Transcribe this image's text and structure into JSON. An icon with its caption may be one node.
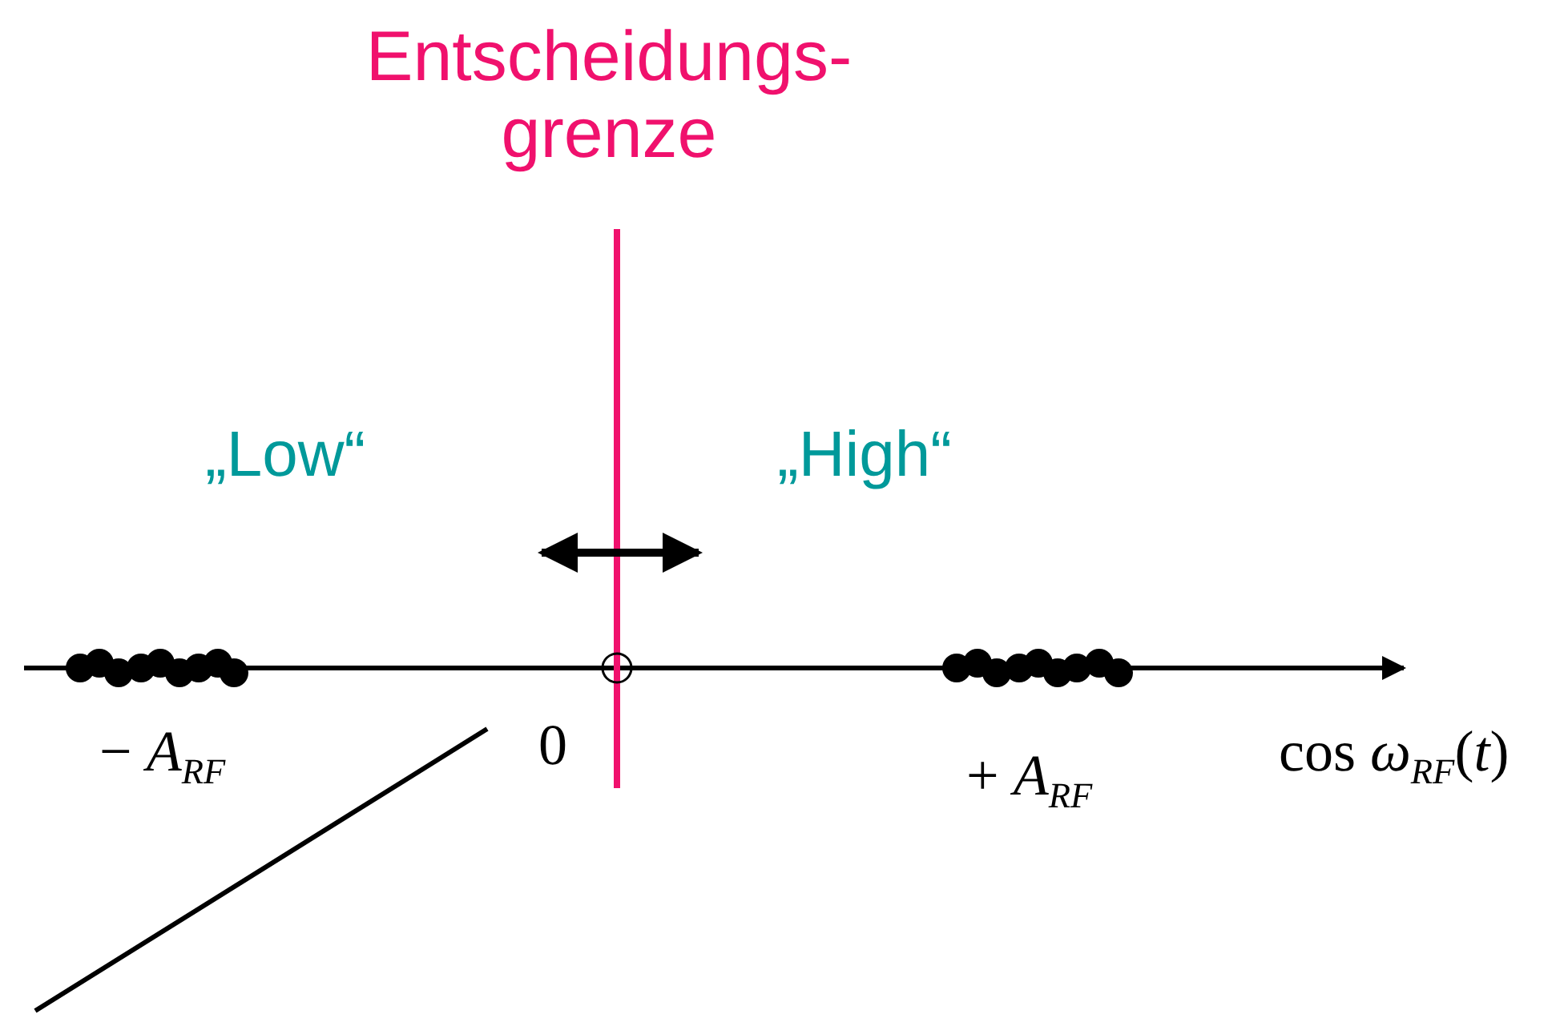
{
  "diagram": {
    "labels": [
      "Entscheidungs-grenze",
      "„Low“",
      "„High“",
      "− *A*$_{RF}$",
      "0",
      "+ *A*$_{RF}$",
      "cos *ω*$_{RF}$(*t*)"
    ]
  }
}
